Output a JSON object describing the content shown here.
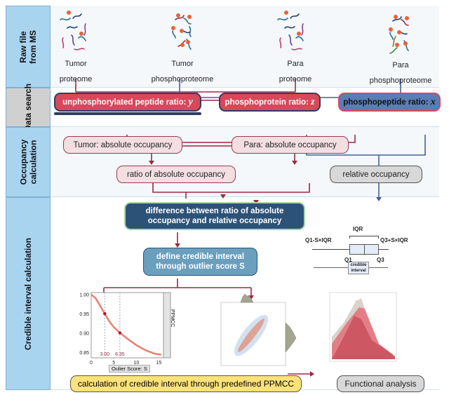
{
  "stages": {
    "raw": "Raw file from MS",
    "raw_l1": "Raw file",
    "raw_l2": "from MS",
    "search": "Data search",
    "occ_l1": "Occupancy",
    "occ_l2": "calculation",
    "cred": "Credible interval calculation"
  },
  "sources": [
    {
      "l1": "Tumor",
      "l2": "proteome"
    },
    {
      "l1": "Tumor",
      "l2": "phosphoproteome"
    },
    {
      "l1": "Para",
      "l2": "proteome"
    },
    {
      "l1": "Para",
      "l2": "phosphoproteome"
    }
  ],
  "ratios": {
    "y_label": "unphosphorylated peptide ratio: ",
    "y_var": "y",
    "z_label": "phosphoprotein ratio: ",
    "z_var": "z",
    "x_label": "phosphopeptide ratio: ",
    "x_var": "x"
  },
  "occupancy": {
    "tumor": "Tumor: absolute occupancy",
    "para": "Para: absolute occupancy",
    "ratio": "ratio of absolute occupancy",
    "relative": "relative occupancy"
  },
  "credible": {
    "difference_l1": "difference between ratio of absolute",
    "difference_l2": "occupancy and relative occupancy",
    "define_l1": "define credible interval",
    "define_l2": "through outlier score S",
    "calc": "calculation of credible interval through predefined PPMCC",
    "functional": "Functional analysis"
  },
  "boxplot": {
    "iqr": "IQR",
    "low": "Q1-S×IQR",
    "high": "Q3+S×IQR",
    "q1": "Q1",
    "q3": "Q3",
    "ci_l1": "credible",
    "ci_l2": "interval"
  },
  "chart_data": {
    "type": "line",
    "xlabel": "Oulier Score: S",
    "ylabel": "PPMCC",
    "xticks": [
      "0",
      "5",
      "10",
      "15"
    ],
    "yticks": [
      "1.00",
      "0.95",
      "0.90",
      "0.85"
    ],
    "xlim": [
      0,
      16
    ],
    "ylim": [
      0.835,
      1.005
    ],
    "x": [
      0,
      1,
      2,
      3,
      4,
      5,
      6.35,
      8,
      10,
      12,
      14,
      15.5
    ],
    "y": [
      1.0,
      0.99,
      0.97,
      0.95,
      0.93,
      0.915,
      0.9,
      0.885,
      0.868,
      0.855,
      0.846,
      0.843
    ],
    "markers": [
      {
        "x": 3.0,
        "y": 0.95,
        "label": "3.00"
      },
      {
        "x": 6.35,
        "y": 0.9,
        "label": "6.35"
      }
    ]
  },
  "colors": {
    "red": "#d9475a",
    "darkred": "#9b2941",
    "blue": "#4a5f9a",
    "navy": "#2d5277",
    "teal": "#6a9fbd",
    "yellow": "#fbe27a"
  }
}
